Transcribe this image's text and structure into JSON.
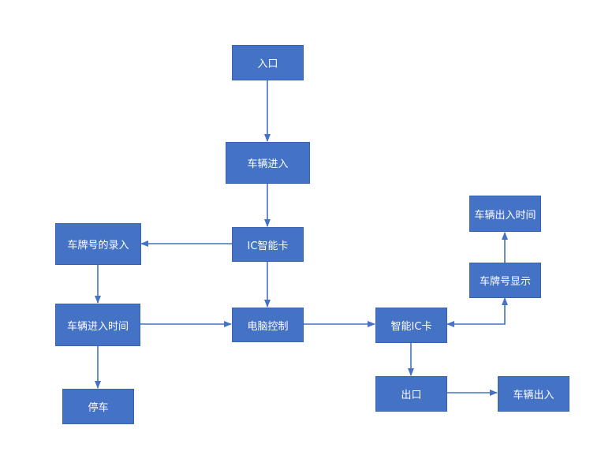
{
  "diagram": {
    "colors": {
      "node_fill": "#4472c4",
      "edge": "#4472c4",
      "text": "#ffffff"
    },
    "nodes": {
      "entrance": "入口",
      "vehicle_enter": "车辆进入",
      "ic_card": "IC智能卡",
      "plate_record": "车牌号的录入",
      "enter_time": "车辆进入时间",
      "parking": "停车",
      "computer_control": "电脑控制",
      "smart_ic_card": "智能IC卡",
      "exit": "出口",
      "vehicle_exit": "车辆出入",
      "plate_display": "车牌号显示",
      "exit_time": "车辆出入时间"
    },
    "edges": [
      {
        "from": "entrance",
        "to": "vehicle_enter"
      },
      {
        "from": "vehicle_enter",
        "to": "ic_card"
      },
      {
        "from": "ic_card",
        "to": "plate_record"
      },
      {
        "from": "ic_card",
        "to": "computer_control"
      },
      {
        "from": "plate_record",
        "to": "enter_time"
      },
      {
        "from": "enter_time",
        "to": "parking"
      },
      {
        "from": "enter_time",
        "to": "computer_control"
      },
      {
        "from": "computer_control",
        "to": "smart_ic_card"
      },
      {
        "from": "smart_ic_card",
        "to": "exit"
      },
      {
        "from": "exit",
        "to": "vehicle_exit"
      },
      {
        "from": "smart_ic_card",
        "to": "plate_display",
        "bidirectional": true
      },
      {
        "from": "plate_display",
        "to": "exit_time"
      }
    ]
  }
}
